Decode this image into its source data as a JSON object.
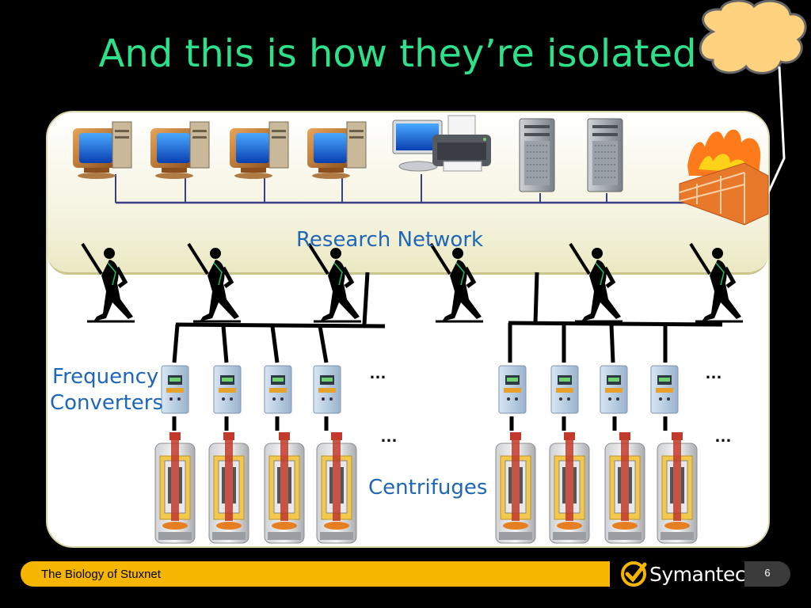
{
  "slide": {
    "title": "And this is how they’re isolated",
    "labels": {
      "research_network": "Research Network",
      "frequency_converters_line1": "Frequency",
      "frequency_converters_line2": "Converters",
      "centrifuges": "Centrifuges"
    },
    "ellipsis": "…"
  },
  "footer": {
    "presentation_title": "The Biology of Stuxnet",
    "brand": "Symantec",
    "page_number": "6"
  },
  "colors": {
    "title": "#2ee08a",
    "label": "#1e66b8",
    "footer_bar": "#f6b600",
    "background": "#000000"
  },
  "icons": [
    "cloud-icon",
    "computer-icon",
    "laptop-icon",
    "printer-icon",
    "server-icon",
    "firewall-icon",
    "soldier-icon",
    "frequency-converter-icon",
    "centrifuge-icon",
    "checkmark-icon"
  ]
}
